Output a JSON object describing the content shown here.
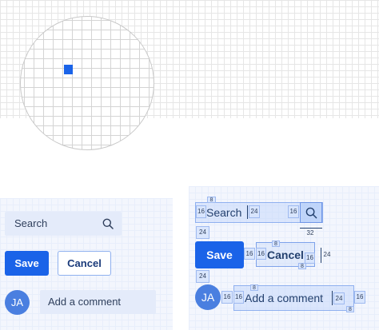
{
  "form": {
    "search_placeholder": "Search",
    "save_label": "Save",
    "cancel_label": "Cancel",
    "avatar_initials": "JA",
    "comment_placeholder": "Add a comment"
  },
  "spec": {
    "search_label": "Search",
    "save_label": "Save",
    "cancel_label": "Cancel",
    "avatar_initials": "JA",
    "comment_label": "Add a comment",
    "measurements": {
      "gap_top_search": "8",
      "pad_left_search": "16",
      "gap_search_icon": "24",
      "pad_icon_left": "16",
      "icon_width": "32",
      "row_gap_1": "24",
      "save_pad": "16",
      "cancel_pad_left": "16",
      "cancel_pad_top": "8",
      "cancel_pad_right": "16",
      "cancel_pad_bottom": "8",
      "button_height": "24",
      "row_gap_2": "24",
      "avatar_pad_1": "16",
      "avatar_pad_2": "16",
      "comment_pad_top": "8",
      "comment_gap_right": "24",
      "comment_pad_right": "16",
      "comment_pad_bottom": "8"
    }
  },
  "colors": {
    "accent": "#1a63e8",
    "avatar": "#4a7fe0",
    "panel": "#f3f6fd",
    "field": "#e4ebfa"
  }
}
